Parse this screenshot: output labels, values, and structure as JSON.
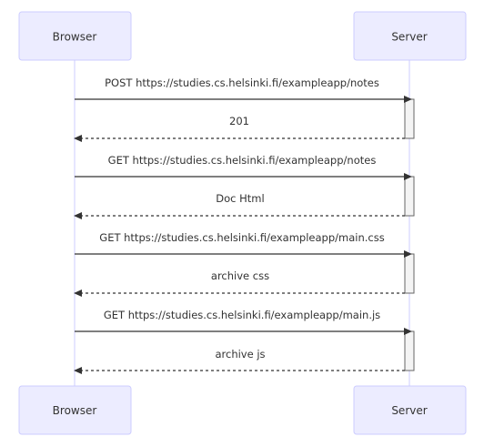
{
  "participants": {
    "browser": "Browser",
    "server": "Server"
  },
  "messages": [
    {
      "from": "browser",
      "to": "server",
      "style": "solid",
      "label": "POST https://studies.cs.helsinki.fi/exampleapp/notes"
    },
    {
      "from": "server",
      "to": "browser",
      "style": "dotted",
      "label": "201"
    },
    {
      "from": "browser",
      "to": "server",
      "style": "solid",
      "label": "GET https://studies.cs.helsinki.fi/exampleapp/notes"
    },
    {
      "from": "server",
      "to": "browser",
      "style": "dotted",
      "label": "Doc Html"
    },
    {
      "from": "browser",
      "to": "server",
      "style": "solid",
      "label": "GET https://studies.cs.helsinki.fi/exampleapp/main.css"
    },
    {
      "from": "server",
      "to": "browser",
      "style": "dotted",
      "label": "archive css"
    },
    {
      "from": "browser",
      "to": "server",
      "style": "solid",
      "label": "GET https://studies.cs.helsinki.fi/exampleapp/main.js"
    },
    {
      "from": "server",
      "to": "browser",
      "style": "dotted",
      "label": "archive js"
    }
  ],
  "colors": {
    "actor_fill": "#ECECFF",
    "actor_stroke": "#CCCCFF",
    "line": "#333333"
  }
}
